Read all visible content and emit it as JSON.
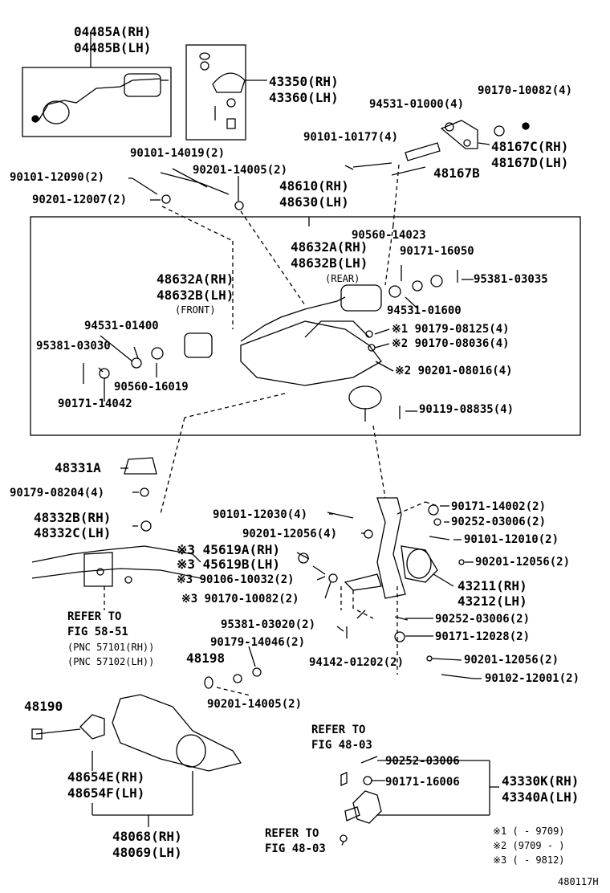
{
  "labels": {
    "p04485a": "04485A(RH)",
    "p04485b": "04485B(LH)",
    "p43350": "43350(RH)",
    "p43360": "43360(LH)",
    "p90170_10082": "90170-10082(4)",
    "p94531_01000": "94531-01000(4)",
    "p48167c": "48167C(RH)",
    "p48167d": "48167D(LH)",
    "p90101_10177": "90101-10177(4)",
    "p48167b": "48167B",
    "p90101_14019": "90101-14019(2)",
    "p90201_14005_top": "90201-14005(2)",
    "p90101_12090": "90101-12090(2)",
    "p90201_12007": "90201-12007(2)",
    "p48610": "48610(RH)",
    "p48630": "48630(LH)",
    "p90560_14023": "90560-14023",
    "p48632a_rear": "48632A(RH)",
    "p48632b_rear": "48632B(LH)",
    "rear": "(REAR)",
    "p90171_16050": "90171-16050",
    "p95381_03035": "95381-03035",
    "p48632a_front": "48632A(RH)",
    "p48632b_front": "48632B(LH)",
    "front": "(FRONT)",
    "p94531_01600": "94531-01600",
    "p94531_01400": "94531-01400",
    "p90179_08125": "※1 90179-08125(4)",
    "p90170_08036": "※2 90170-08036(4)",
    "p95381_03030": "95381-03030",
    "p90201_08016": "※2 90201-08016(4)",
    "p90560_16019": "90560-16019",
    "p90171_14042": "90171-14042",
    "p90119_08835": "90119-08835(4)",
    "p48331a": "48331A",
    "p90179_08204": "90179-08204(4)",
    "p90171_14002": "90171-14002(2)",
    "p90101_12030": "90101-12030(4)",
    "p90252_03006_a": "90252-03006(2)",
    "p48332b": "48332B(RH)",
    "p48332c": "48332C(LH)",
    "p90201_12056_a": "90201-12056(4)",
    "p90101_12010": "90101-12010(2)",
    "p45619a": "※3 45619A(RH)",
    "p45619b": "※3 45619B(LH)",
    "p90201_12056_b": "90201-12056(2)",
    "p90106_10032": "※3 90106-10032(2)",
    "p43211": "43211(RH)",
    "p43212": "43212(LH)",
    "p90170_10082_b": "※3 90170-10082(2)",
    "refer1": "REFER TO",
    "refer1b": "FIG 58-51",
    "pnc1": "(PNC 57101(RH))",
    "pnc2": "(PNC 57102(LH))",
    "p95381_03020": "95381-03020(2)",
    "p90252_03006_b": "90252-03006(2)",
    "p90179_14046": "90179-14046(2)",
    "p90171_12028": "90171-12028(2)",
    "p48198": "48198",
    "p94142_01202": "94142-01202(2)",
    "p90201_12056_c": "90201-12056(2)",
    "p90102_12001": "90102-12001(2)",
    "p90201_14005_bot": "90201-14005(2)",
    "p48190": "48190",
    "refer2": "REFER TO",
    "refer2b": "FIG 48-03",
    "p90252_03006_c": "90252-03006",
    "p90171_16006": "90171-16006",
    "p43330k": "43330K(RH)",
    "p43340a": "43340A(LH)",
    "p48654e": "48654E(RH)",
    "p48654f": "48654F(LH)",
    "refer3": "REFER TO",
    "refer3b": "FIG 48-03",
    "p48068": "48068(RH)",
    "p48069": "48069(LH)",
    "note1": "※1 (     - 9709)",
    "note2": "※2 (9709 -     )",
    "note3": "※3 (     - 9812)",
    "code": "480117H"
  }
}
